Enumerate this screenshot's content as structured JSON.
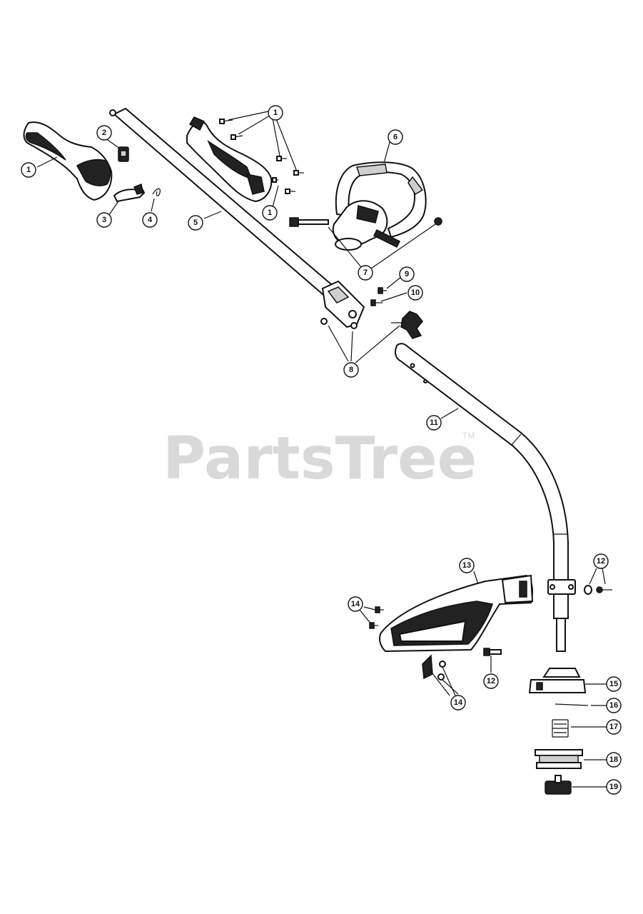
{
  "watermark": {
    "text": "PartsTree",
    "tm": "TM"
  },
  "callouts": {
    "c1a": "1",
    "c1b": "1",
    "c1c": "1",
    "c2": "2",
    "c3": "3",
    "c4": "4",
    "c5": "5",
    "c6": "6",
    "c7": "7",
    "c8": "8",
    "c9": "9",
    "c10": "10",
    "c11": "11",
    "c12a": "12",
    "c12b": "12",
    "c13": "13",
    "c14a": "14",
    "c14b": "14",
    "c15": "15",
    "c16": "16",
    "c17": "17",
    "c18": "18",
    "c19": "19"
  }
}
